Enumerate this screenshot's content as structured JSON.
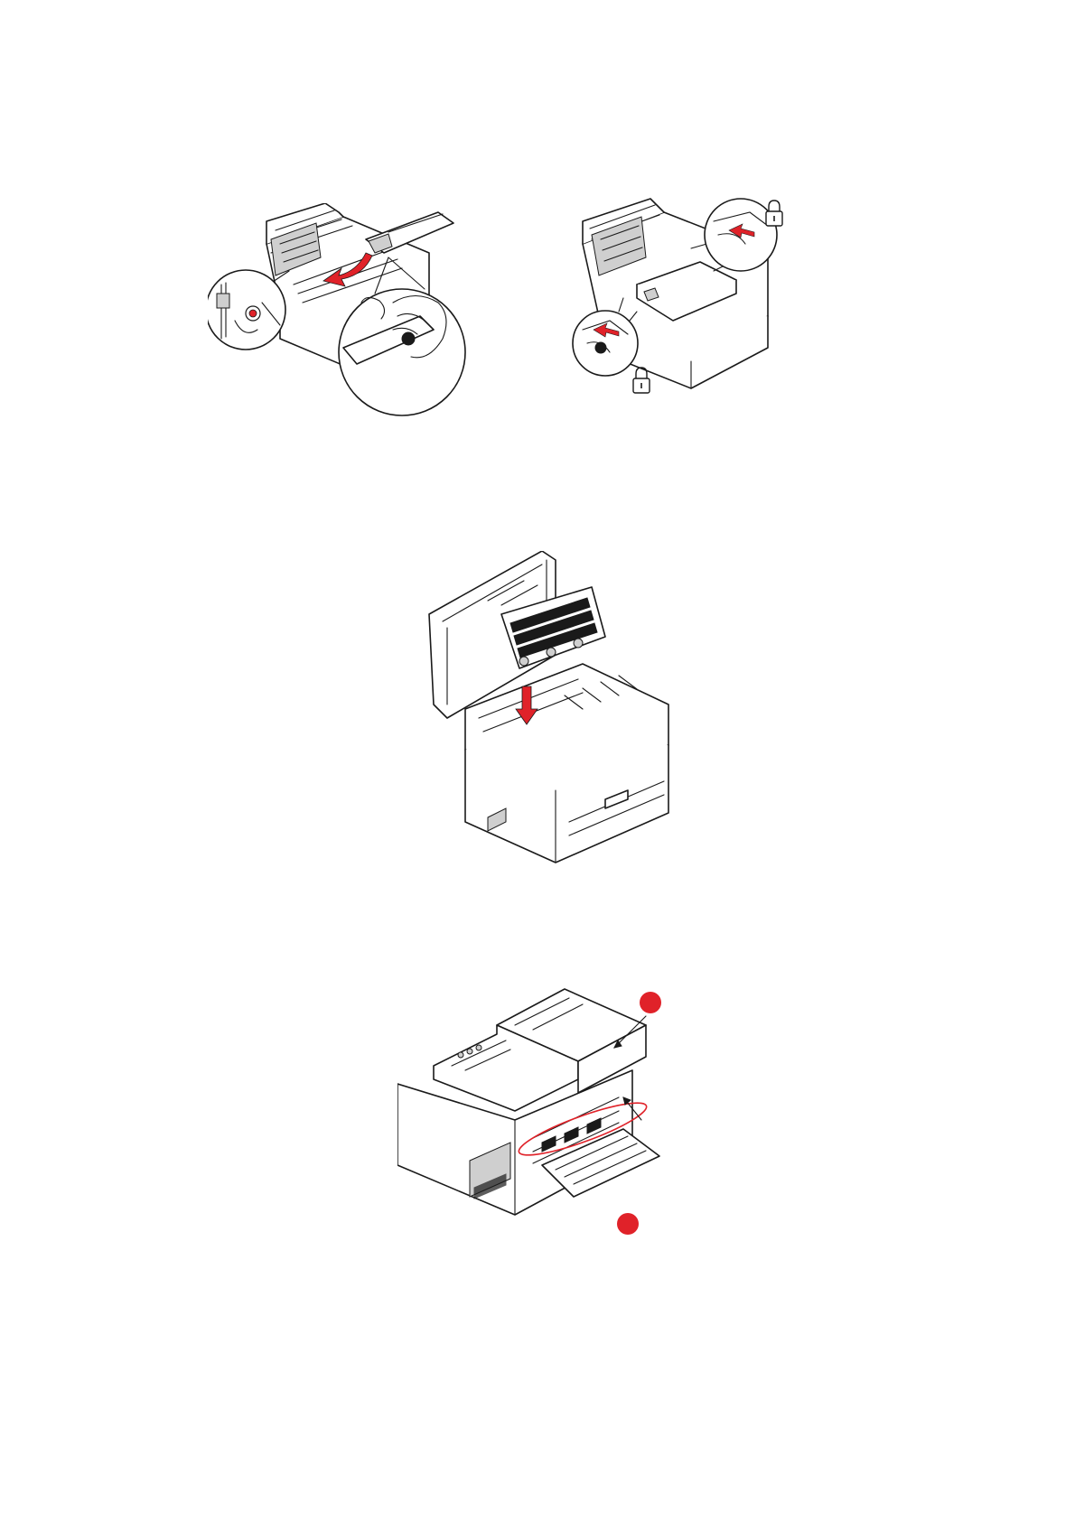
{
  "colors": {
    "accent_red": "#e02229",
    "line": "#1a1a1a",
    "background": "#ffffff"
  },
  "figures": [
    {
      "name": "belt-unit-removal",
      "icons": [
        "magnifier-callout-latch",
        "magnifier-callout-hand-grip",
        "red-arrow"
      ]
    },
    {
      "name": "belt-unit-lock",
      "icons": [
        "magnifier-callout-lock-right",
        "magnifier-callout-lock-left",
        "padlock-icon",
        "padlock-icon",
        "red-arrow"
      ]
    },
    {
      "name": "image-drum-insertion",
      "icons": [
        "red-arrow-down"
      ]
    },
    {
      "name": "rear-exit-tray",
      "icons": [
        "red-circle-marker",
        "red-circle-marker",
        "pointer-arrow",
        "red-ellipse-highlight"
      ]
    }
  ]
}
